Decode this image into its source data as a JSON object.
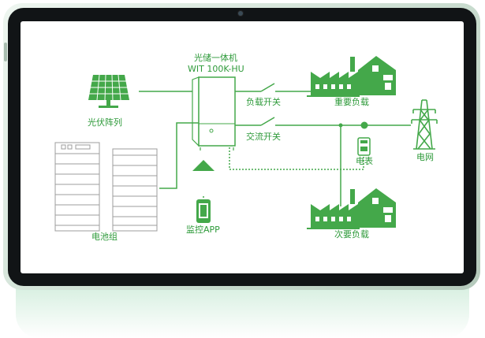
{
  "diagram": {
    "inverter_name": "光储一体机",
    "inverter_model": "WIT 100K-HU",
    "pv_label": "光伏阵列",
    "battery_label": "电池组",
    "load_switch_label": "负载开关",
    "grid_switch_label": "交流开关",
    "critical_load_label": "重要负载",
    "secondary_load_label": "次要负载",
    "meter_label": "电表",
    "grid_label": "电网",
    "app_label": "监控APP"
  },
  "colors": {
    "accent": "#44a84a",
    "text": "#2e9a3a",
    "battery_outline": "#9a9a9a",
    "bezel": "#111416",
    "shell": "#c9dccf"
  },
  "icons": {
    "pv": "solar-panel-icon",
    "battery": "battery-rack-icon",
    "inverter": "inverter-icon",
    "factory": "factory-icon",
    "meter": "meter-icon",
    "grid": "transmission-tower-icon",
    "app": "phone-icon"
  }
}
